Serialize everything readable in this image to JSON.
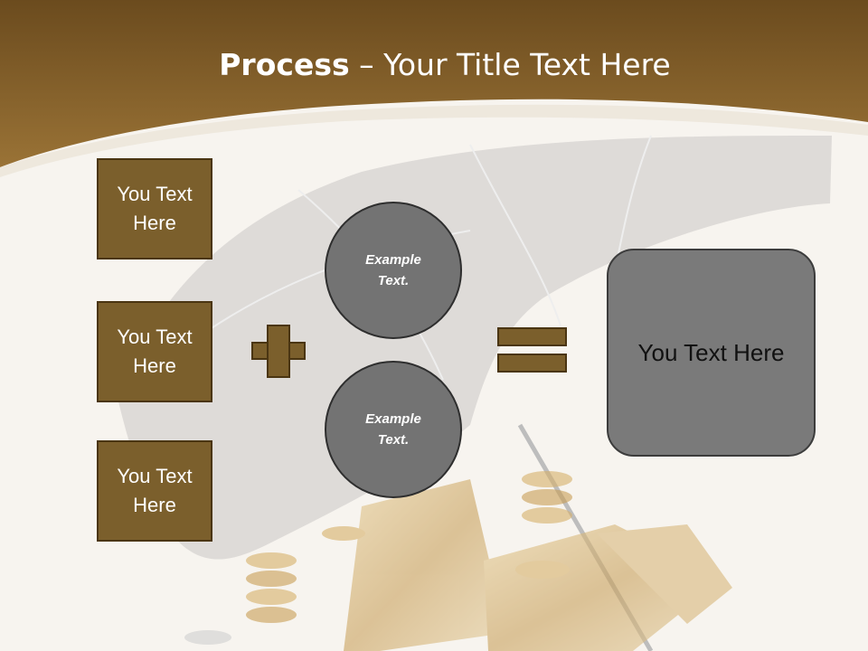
{
  "title": {
    "bold": "Process",
    "rest": " – Your Title Text Here"
  },
  "left_boxes": [
    {
      "label": "You Text Here"
    },
    {
      "label": "You Text Here"
    },
    {
      "label": "You Text Here"
    }
  ],
  "circles": [
    {
      "label": "Example Text."
    },
    {
      "label": "Example Text."
    }
  ],
  "result": {
    "label": "You Text Here"
  },
  "colors": {
    "header": "#7f5e2a",
    "box": "#7b5f2c",
    "circle": "#737373",
    "result": "#7a7a7a"
  }
}
